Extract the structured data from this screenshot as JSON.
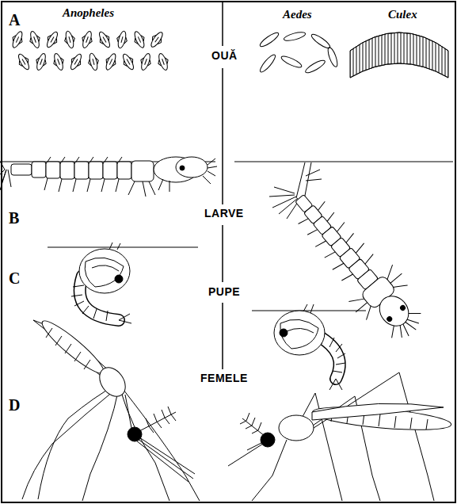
{
  "diagram": {
    "labels": [
      "A",
      "Anopheles",
      "OUĂ",
      "Aedes",
      "Culex",
      "B",
      "LARVE",
      "C",
      "PUPE",
      "FEMELE",
      "D"
    ]
  }
}
